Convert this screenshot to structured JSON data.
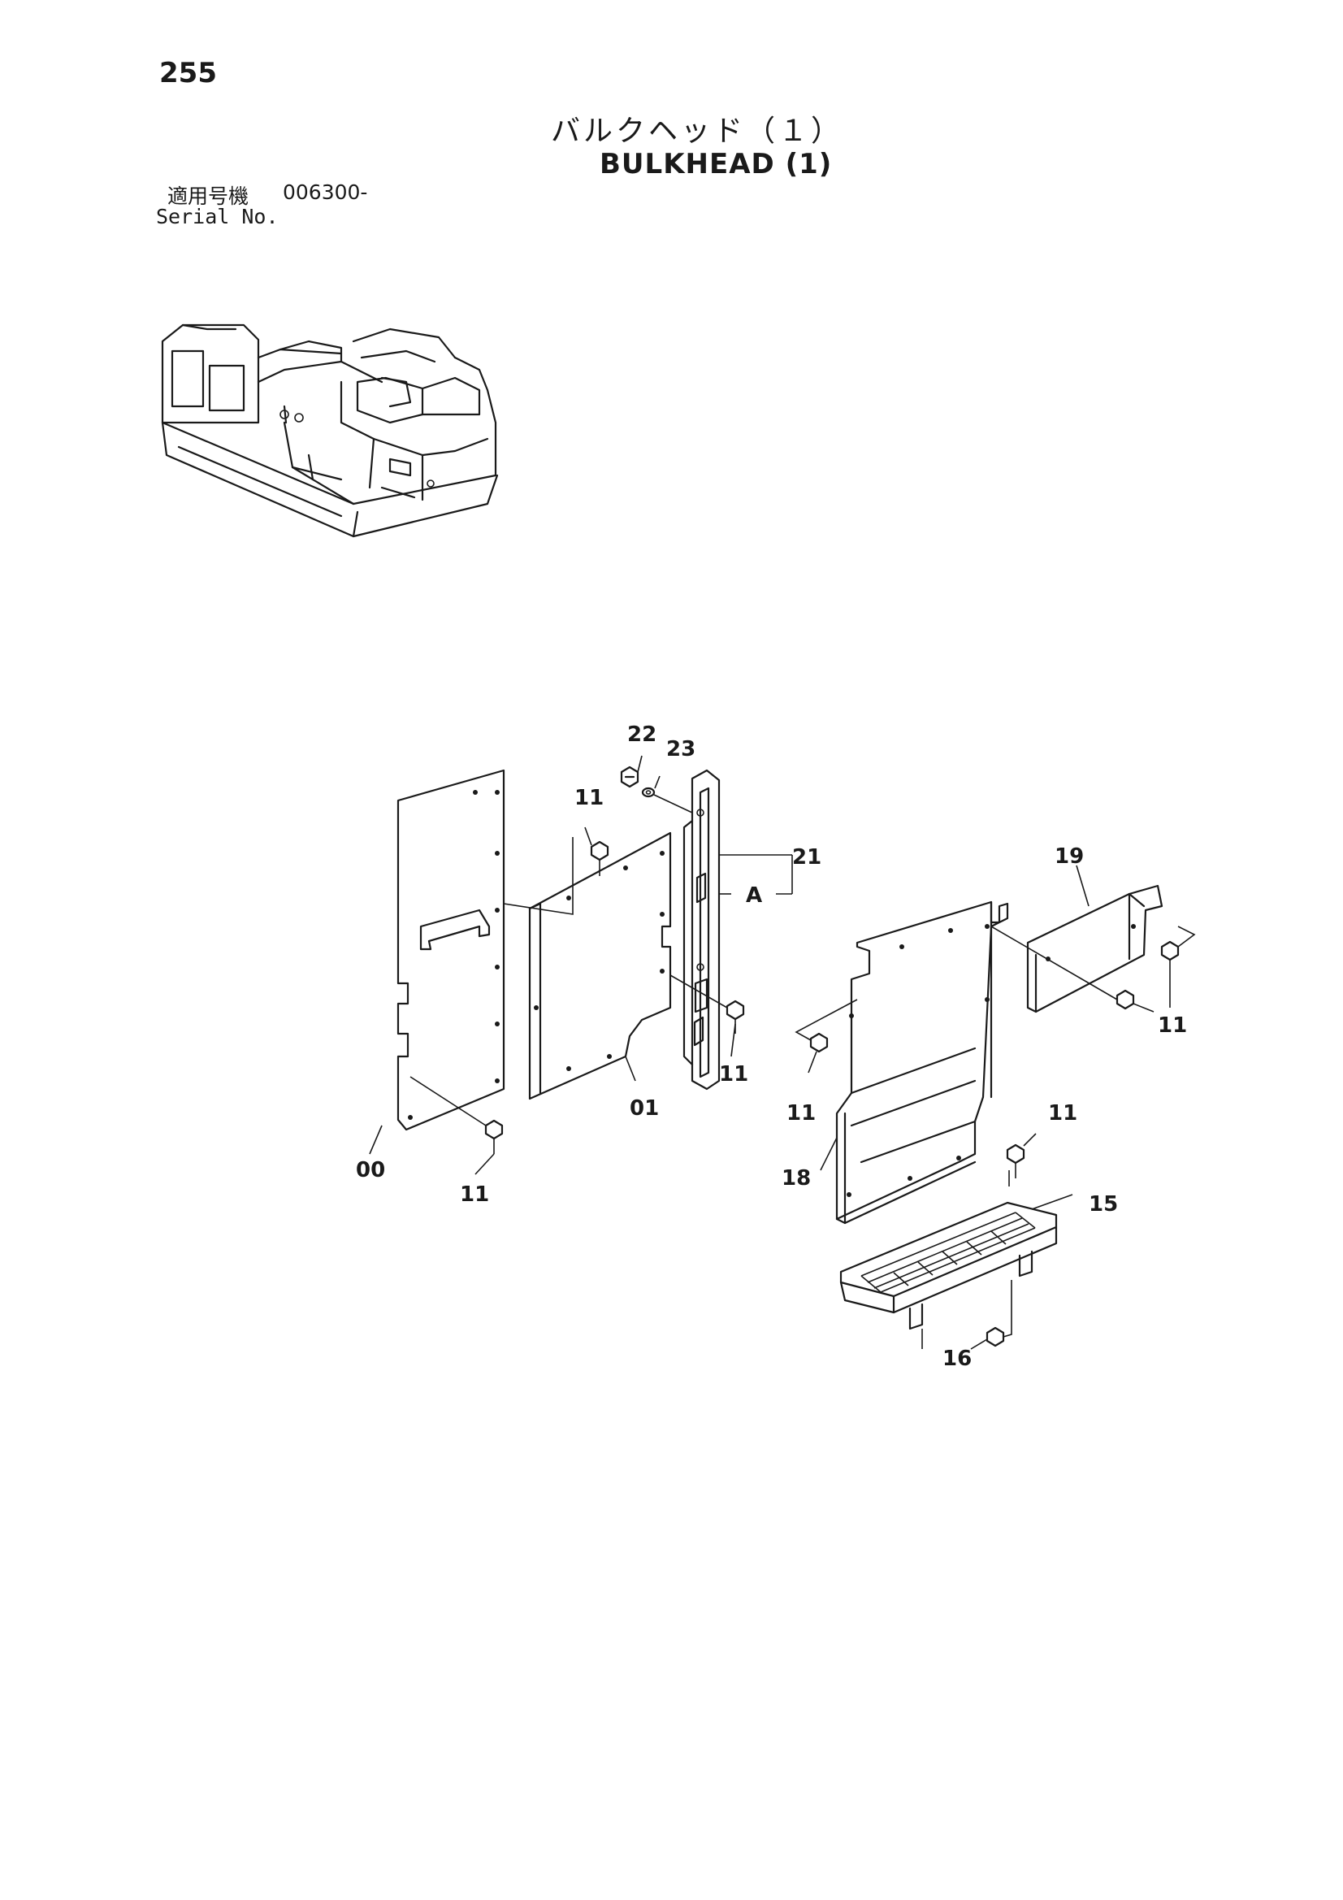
{
  "page_number": "255",
  "title_jp": "バルクヘッド（１）",
  "title_en": "BULKHEAD (1)",
  "serial_label_jp": "適用号機",
  "serial_range": "006300-",
  "serial_label_en": "Serial No.",
  "callouts": {
    "c22": "22",
    "c23": "23",
    "c11_top": "11",
    "c21": "21",
    "cA": "A",
    "c19": "19",
    "c11_right": "11",
    "c11_mid": "11",
    "c01": "01",
    "c00": "00",
    "c11_bottom_left": "11",
    "c11_left18": "11",
    "c11_above15": "11",
    "c18": "18",
    "c15": "15",
    "c16": "16"
  }
}
